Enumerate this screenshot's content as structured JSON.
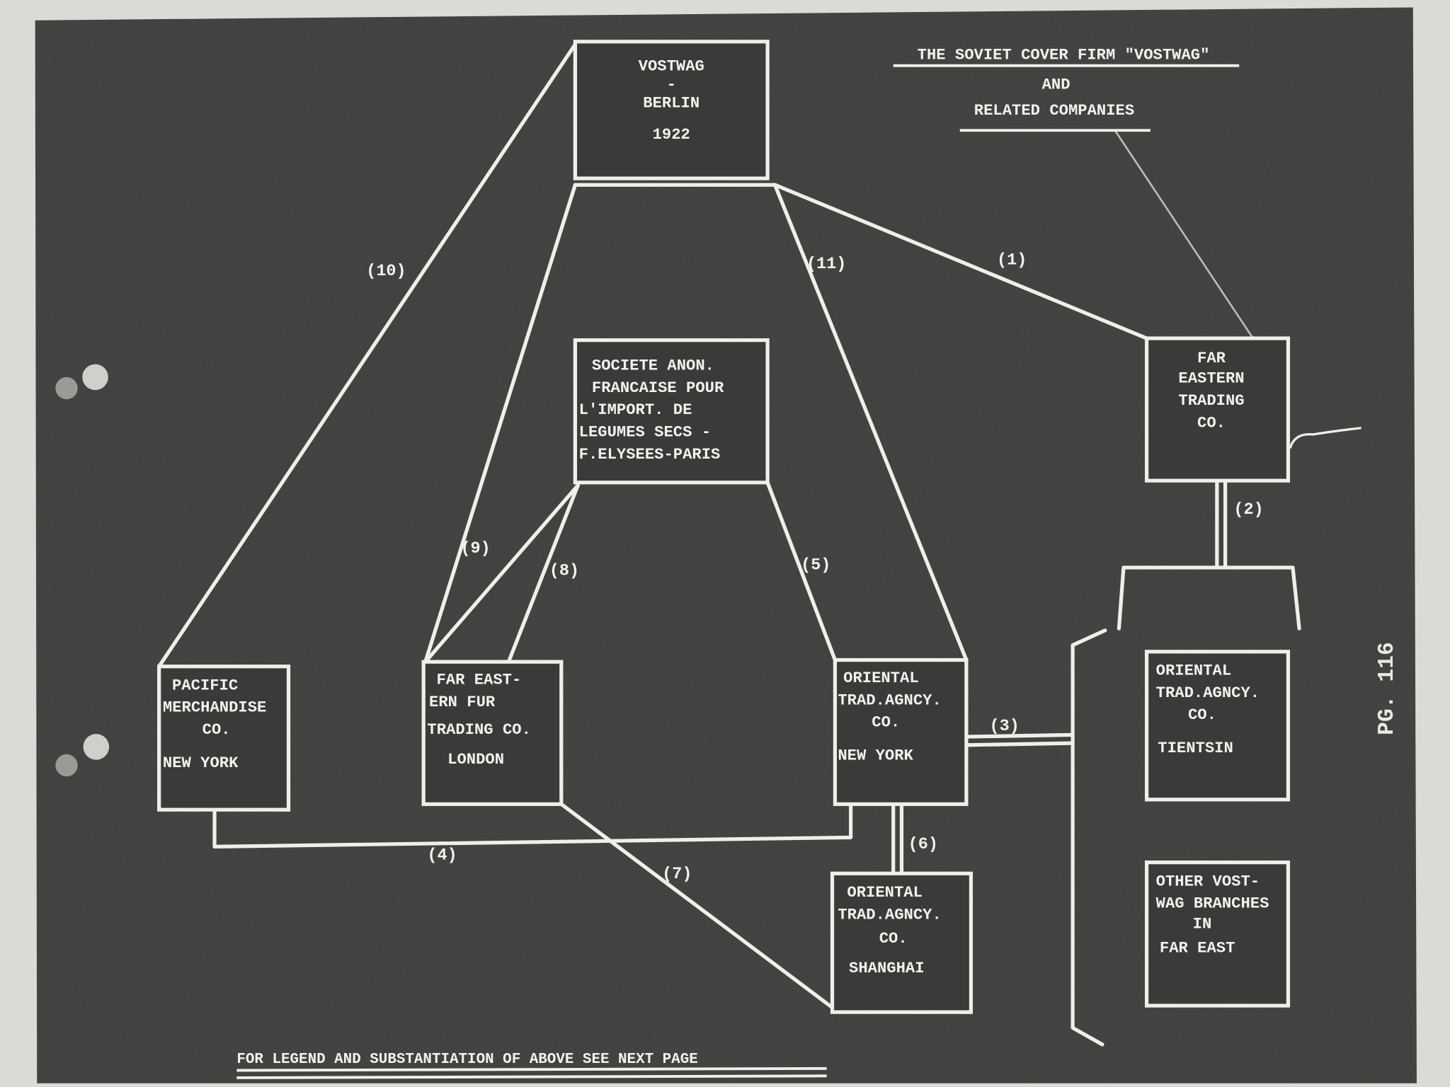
{
  "title": {
    "line1": "THE SOVIET COVER FIRM \"VOSTWAG\"",
    "line2": "AND",
    "line3": "RELATED COMPANIES"
  },
  "boxes": {
    "vostwag": [
      "VOSTWAG",
      "-",
      "BERLIN",
      "1922"
    ],
    "societe": [
      "SOCIETE ANON.",
      "FRANCAISE POUR",
      "L'IMPORT. DE",
      "LEGUMES SECS -",
      "F.ELYSEES-PARIS"
    ],
    "far_eastern_trading": [
      "FAR",
      "EASTERN",
      "TRADING",
      "CO."
    ],
    "pacific": [
      "PACIFIC",
      "MERCHANDISE",
      "CO.",
      "NEW YORK"
    ],
    "far_east_fur": [
      "FAR EAST-",
      "ERN FUR",
      "TRADING CO.",
      "LONDON"
    ],
    "oriental_ny": [
      "ORIENTAL",
      "TRAD.AGNCY.",
      "CO.",
      "NEW YORK"
    ],
    "oriental_shanghai": [
      "ORIENTAL",
      "TRAD.AGNCY.",
      "CO.",
      "SHANGHAI"
    ],
    "oriental_tientsin": [
      "ORIENTAL",
      "TRAD.AGNCY.",
      "CO.",
      "TIENTSIN"
    ],
    "other_branches": [
      "OTHER VOST-",
      "WAG BRANCHES",
      "IN",
      "FAR EAST"
    ]
  },
  "links": {
    "l1": "(1)",
    "l2": "(2)",
    "l3": "(3)",
    "l4": "(4)",
    "l5": "(5)",
    "l6": "(6)",
    "l7": "(7)",
    "l8": "(8)",
    "l9": "(9)",
    "l10": "(10)",
    "l11": "(11)"
  },
  "page_number": "PG. 116",
  "footer": "FOR LEGEND AND SUBSTANTIATION OF ABOVE SEE NEXT PAGE"
}
